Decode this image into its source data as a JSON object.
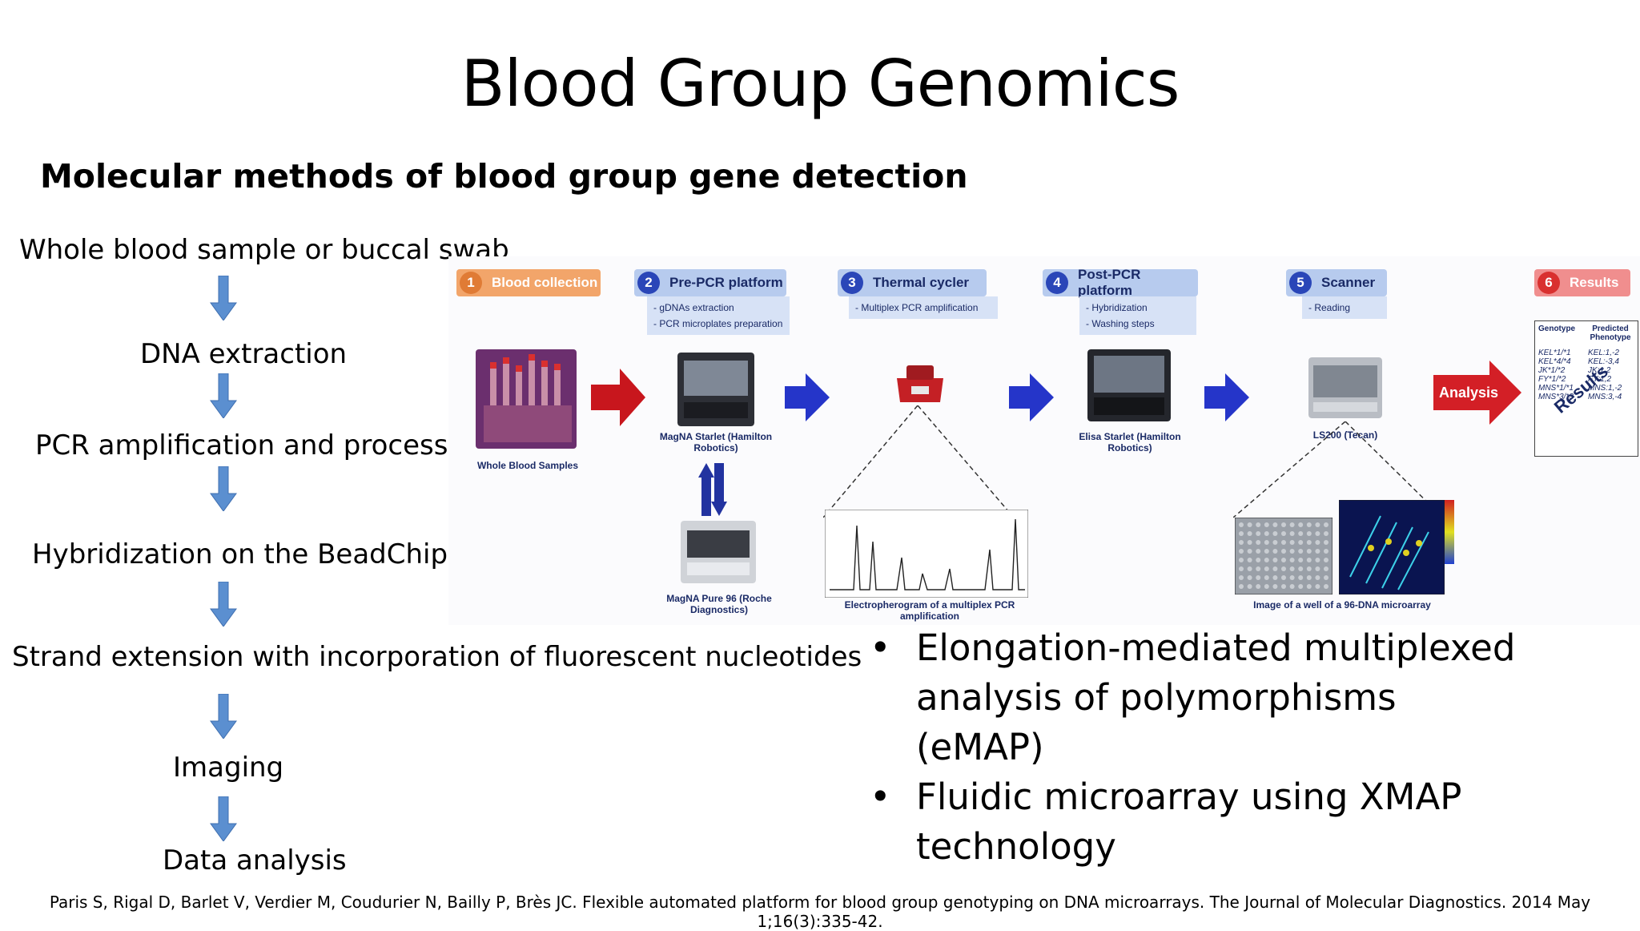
{
  "title": "Blood Group Genomics",
  "subtitle": "Molecular methods of blood group  gene detection",
  "flow_steps": [
    "Whole blood sample or buccal swab",
    "DNA extraction",
    "PCR amplification and processing",
    "Hybridization on the BeadChip",
    "Strand extension with incorporation of fluorescent nucleotides",
    "Imaging",
    "Data analysis"
  ],
  "arrow_color": "#5b8fd0",
  "diagram": {
    "steps": [
      {
        "num": "1",
        "label": "Blood collection",
        "subs": []
      },
      {
        "num": "2",
        "label": "Pre-PCR platform",
        "subs": [
          "- gDNAs extraction",
          "- PCR microplates preparation"
        ]
      },
      {
        "num": "3",
        "label": "Thermal cycler",
        "subs": [
          "- Multiplex PCR amplification"
        ]
      },
      {
        "num": "4",
        "label": "Post-PCR platform",
        "subs": [
          "- Hybridization",
          "- Washing steps"
        ]
      },
      {
        "num": "5",
        "label": "Scanner",
        "subs": [
          "- Reading"
        ]
      },
      {
        "num": "6",
        "label": "Results",
        "subs": []
      }
    ],
    "captions": {
      "whole_blood": "Whole Blood Samples",
      "magna_starlet": "MagNA Starlet (Hamilton Robotics)",
      "magna_pure": "MagNA Pure 96 (Roche Diagnostics)",
      "elisa_starlet": "Elisa Starlet (Hamilton Robotics)",
      "ls200": "LS200 (Tecan)",
      "electropherogram": "Electropherogram of a multiplex PCR amplification",
      "microarray": "Image of a well of a 96-DNA microarray",
      "analysis": "Analysis"
    },
    "results_table": {
      "headers": [
        "Genotype",
        "Predicted Phenotype"
      ],
      "rows": [
        [
          "KEL*1/*1",
          "KEL:1,-2"
        ],
        [
          "KEL*4/*4",
          "KEL:-3,4"
        ],
        [
          "JK*1/*2",
          "JK:1,2"
        ],
        [
          "FY*1/*2",
          "FY:1,2"
        ],
        [
          "MNS*1/*1",
          "MNS:1,-2"
        ],
        [
          "MNS*3/*3",
          "MNS:3,-4"
        ]
      ],
      "stamp": "Results"
    }
  },
  "bullets": [
    "Elongation-mediated multiplexed analysis of polymorphisms (eMAP)",
    "Fluidic microarray using XMAP technology"
  ],
  "citation": "Paris S, Rigal D, Barlet V, Verdier M, Coudurier N, Bailly P, Brès JC. Flexible automated platform for blood group genotyping on DNA microarrays. The Journal of Molecular Diagnostics. 2014 May 1;16(3):335-42."
}
